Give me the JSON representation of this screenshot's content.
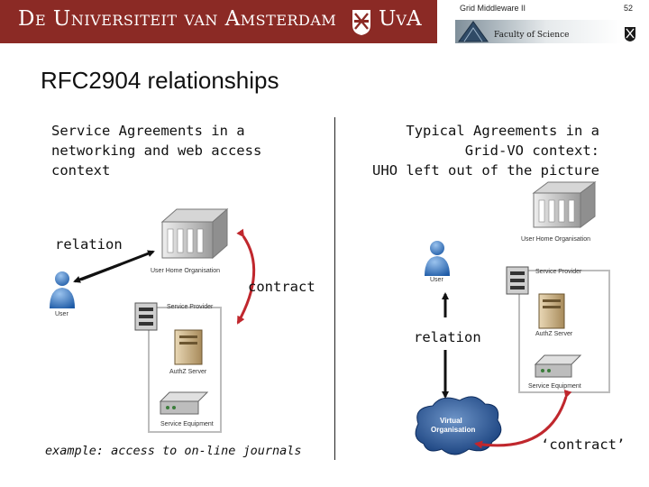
{
  "header": {
    "university": "De Universiteit van Amsterdam",
    "university_short": "UvA",
    "course": "Grid Middleware II",
    "page_number": "52",
    "faculty": "Faculty of Science"
  },
  "slide": {
    "title": "RFC2904 relationships",
    "left_heading": [
      "Service Agreements in a",
      "networking and web access",
      "context"
    ],
    "right_heading": [
      "Typical Agreements in a",
      "Grid-VO context:",
      "UHO left out of the picture"
    ],
    "caption": "example: access to on-line journals"
  },
  "left_diagram": {
    "user": "User",
    "uho": "User Home Organisation",
    "service_provider": "Service Provider",
    "authz": "AuthZ Server",
    "equipment": "Service Equipment",
    "relation_label": "relation",
    "contract_label": "contract"
  },
  "right_diagram": {
    "user": "User",
    "uho": "User Home Organisation",
    "service_provider": "Service Provider",
    "authz": "AuthZ Server",
    "equipment": "Service Equipment",
    "vo_line1": "Virtual",
    "vo_line2": "Organisation",
    "relation_label": "relation",
    "contract_label": "‘contract’"
  },
  "colors": {
    "banner": "#8b2a25",
    "arrow_black": "#111111",
    "arrow_red": "#c0272d",
    "box_border": "#bdbdbd",
    "cloud": "#1f4e8c"
  }
}
